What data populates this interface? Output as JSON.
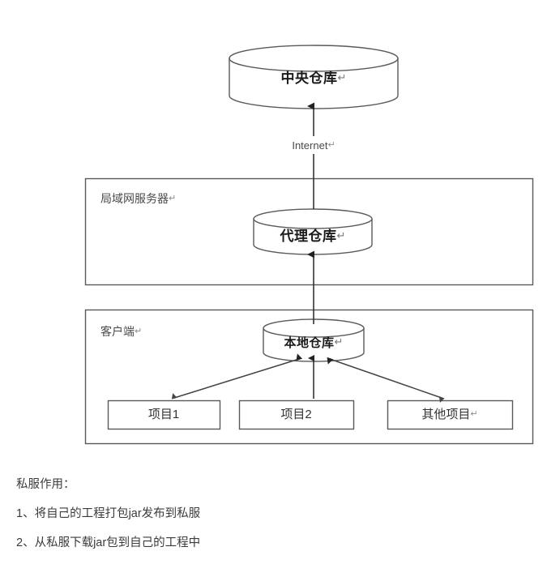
{
  "diagram": {
    "type": "maven-repository-architecture",
    "nodes": {
      "central_repo": {
        "label": "中央仓库",
        "cr": "↵",
        "shape": "cylinder"
      },
      "proxy_repo": {
        "label": "代理仓库",
        "cr": "↵",
        "shape": "cylinder"
      },
      "local_repo": {
        "label": "本地仓库",
        "cr": "↵",
        "shape": "cylinder"
      },
      "project1": {
        "label": "项目1",
        "cr": "",
        "shape": "rect"
      },
      "project2": {
        "label": "项目2",
        "cr": "",
        "shape": "rect"
      },
      "other_projects": {
        "label": "其他项目",
        "cr": "↵",
        "shape": "rect"
      }
    },
    "zones": {
      "lan_server": {
        "label": "局域网服务器",
        "cr": "↵"
      },
      "client": {
        "label": "客户端",
        "cr": "↵"
      }
    },
    "edges": {
      "internet": {
        "label": "Internet",
        "cr": "↵",
        "from": "proxy_repo",
        "to": "central_repo"
      },
      "local_to_proxy": {
        "from": "local_repo",
        "to": "proxy_repo"
      },
      "project1_to_local": {
        "from": "project1",
        "to": "local_repo"
      },
      "project2_to_local": {
        "from": "project2",
        "to": "local_repo"
      },
      "other_to_local": {
        "from": "other_projects",
        "to": "local_repo"
      }
    },
    "colors": {
      "stroke": "#555555",
      "arrow": "#333333",
      "text": "#3b3b3b",
      "background": "#ffffff"
    }
  },
  "notes": {
    "heading": "私服作用：",
    "items": [
      "1、将自己的工程打包jar发布到私服",
      "2、从私服下载jar包到自己的工程中"
    ]
  }
}
